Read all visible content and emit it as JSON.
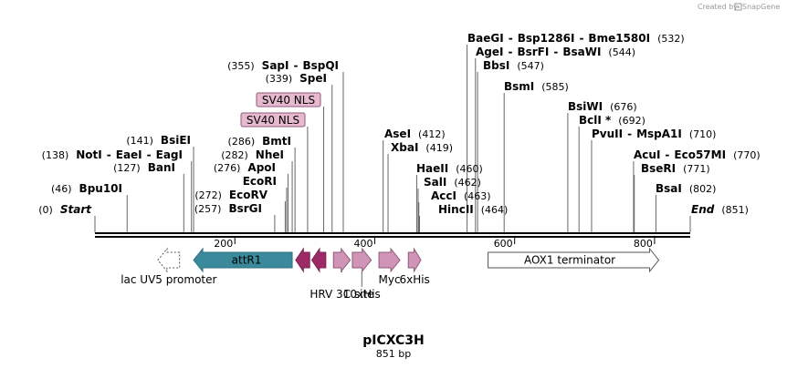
{
  "brand": {
    "prefix": "Created by",
    "name": "SnapGene"
  },
  "plasmid": {
    "name": "pICXC3H",
    "length": "851 bp"
  },
  "ruler": [
    {
      "bp": 200,
      "label": "200"
    },
    {
      "bp": 400,
      "label": "400"
    },
    {
      "bp": 600,
      "label": "600"
    },
    {
      "bp": 800,
      "label": "800"
    }
  ],
  "sites": [
    {
      "parts": [
        {
          "t": "(0)",
          "k": "pos"
        },
        {
          "t": "Start",
          "k": "it"
        }
      ],
      "bp": 0
    },
    {
      "parts": [
        {
          "t": "(46)",
          "k": "pos"
        },
        {
          "t": "Bpu10I",
          "k": "enz"
        }
      ],
      "bp": 46
    },
    {
      "parts": [
        {
          "t": "(127)",
          "k": "pos"
        },
        {
          "t": "BanI",
          "k": "enz"
        }
      ],
      "bp": 127
    },
    {
      "parts": [
        {
          "t": "(138)",
          "k": "pos"
        },
        {
          "t": "NotI",
          "k": "enz"
        },
        {
          "t": "-",
          "k": "sep"
        },
        {
          "t": "EaeI",
          "k": "enz"
        },
        {
          "t": "-",
          "k": "sep"
        },
        {
          "t": "EagI",
          "k": "enz"
        }
      ],
      "bp": 138
    },
    {
      "parts": [
        {
          "t": "(141)",
          "k": "pos"
        },
        {
          "t": "BsiEI",
          "k": "enz"
        }
      ],
      "bp": 141
    },
    {
      "parts": [
        {
          "t": "(257)",
          "k": "pos"
        },
        {
          "t": "BsrGI",
          "k": "enz"
        }
      ],
      "bp": 257
    },
    {
      "parts": [
        {
          "t": "(272)",
          "k": "pos"
        },
        {
          "t": "EcoRV",
          "k": "enz"
        }
      ],
      "bp": 272
    },
    {
      "parts": [
        {
          "t": "EcoRI",
          "k": "enz"
        }
      ],
      "bp": 274
    },
    {
      "parts": [
        {
          "t": "(276)",
          "k": "pos"
        },
        {
          "t": "ApoI",
          "k": "enz"
        }
      ],
      "bp": 276
    },
    {
      "parts": [
        {
          "t": "(282)",
          "k": "pos"
        },
        {
          "t": "NheI",
          "k": "enz"
        }
      ],
      "bp": 282
    },
    {
      "parts": [
        {
          "t": "(286)",
          "k": "pos"
        },
        {
          "t": "BmtI",
          "k": "enz"
        }
      ],
      "bp": 286
    },
    {
      "parts": [
        {
          "t": "(339)",
          "k": "pos"
        },
        {
          "t": "SpeI",
          "k": "enz"
        }
      ],
      "bp": 339
    },
    {
      "parts": [
        {
          "t": "(355)",
          "k": "pos"
        },
        {
          "t": "SapI",
          "k": "enz"
        },
        {
          "t": "-",
          "k": "sep"
        },
        {
          "t": "BspQI",
          "k": "enz"
        }
      ],
      "bp": 355
    },
    {
      "parts": [
        {
          "t": "AseI",
          "k": "enz"
        },
        {
          "t": "(412)",
          "k": "pos"
        }
      ],
      "bp": 412
    },
    {
      "parts": [
        {
          "t": "XbaI",
          "k": "enz"
        },
        {
          "t": "(419)",
          "k": "pos"
        }
      ],
      "bp": 419
    },
    {
      "parts": [
        {
          "t": "HaeII",
          "k": "enz"
        },
        {
          "t": "(460)",
          "k": "pos"
        }
      ],
      "bp": 460
    },
    {
      "parts": [
        {
          "t": "SalI",
          "k": "enz"
        },
        {
          "t": "(462)",
          "k": "pos"
        }
      ],
      "bp": 462
    },
    {
      "parts": [
        {
          "t": "AccI",
          "k": "enz"
        },
        {
          "t": "(463)",
          "k": "pos"
        }
      ],
      "bp": 463
    },
    {
      "parts": [
        {
          "t": "HincII",
          "k": "enz"
        },
        {
          "t": "(464)",
          "k": "pos"
        }
      ],
      "bp": 464
    },
    {
      "parts": [
        {
          "t": "BaeGI",
          "k": "enz"
        },
        {
          "t": "-",
          "k": "sep"
        },
        {
          "t": "Bsp1286I",
          "k": "enz"
        },
        {
          "t": "-",
          "k": "sep"
        },
        {
          "t": "Bme1580I",
          "k": "enz"
        },
        {
          "t": "(532)",
          "k": "pos"
        }
      ],
      "bp": 532
    },
    {
      "parts": [
        {
          "t": "AgeI",
          "k": "enz"
        },
        {
          "t": "-",
          "k": "sep"
        },
        {
          "t": "BsrFI",
          "k": "enz"
        },
        {
          "t": "-",
          "k": "sep"
        },
        {
          "t": "BsaWI",
          "k": "enz"
        },
        {
          "t": "(544)",
          "k": "pos"
        }
      ],
      "bp": 544
    },
    {
      "parts": [
        {
          "t": "BbsI",
          "k": "enz"
        },
        {
          "t": "(547)",
          "k": "pos"
        }
      ],
      "bp": 547
    },
    {
      "parts": [
        {
          "t": "BsmI",
          "k": "enz"
        },
        {
          "t": "(585)",
          "k": "pos"
        }
      ],
      "bp": 585
    },
    {
      "parts": [
        {
          "t": "BsiWI",
          "k": "enz"
        },
        {
          "t": "(676)",
          "k": "pos"
        }
      ],
      "bp": 676
    },
    {
      "parts": [
        {
          "t": "BclI *",
          "k": "enz"
        },
        {
          "t": "(692)",
          "k": "pos"
        }
      ],
      "bp": 692
    },
    {
      "parts": [
        {
          "t": "PvuII",
          "k": "enz"
        },
        {
          "t": "-",
          "k": "sep"
        },
        {
          "t": "MspA1I",
          "k": "enz"
        },
        {
          "t": "(710)",
          "k": "pos"
        }
      ],
      "bp": 710
    },
    {
      "parts": [
        {
          "t": "AcuI",
          "k": "enz"
        },
        {
          "t": "-",
          "k": "sep"
        },
        {
          "t": "Eco57MI",
          "k": "enz"
        },
        {
          "t": "(770)",
          "k": "pos"
        }
      ],
      "bp": 770
    },
    {
      "parts": [
        {
          "t": "BseRI",
          "k": "enz"
        },
        {
          "t": "(771)",
          "k": "pos"
        }
      ],
      "bp": 771
    },
    {
      "parts": [
        {
          "t": "BsaI",
          "k": "enz"
        },
        {
          "t": "(802)",
          "k": "pos"
        }
      ],
      "bp": 802
    },
    {
      "parts": [
        {
          "t": "End",
          "k": "it"
        },
        {
          "t": "(851)",
          "k": "pos"
        }
      ],
      "bp": 851
    }
  ],
  "nls": [
    {
      "label": "SV40 NLS",
      "bp": 327
    },
    {
      "label": "SV40 NLS",
      "bp": 304
    }
  ],
  "features": [
    {
      "name": "lac UV5 promoter",
      "start": 90,
      "end": 121,
      "strand": "-",
      "color": "#ffffff",
      "border": "#555555",
      "style": "dashed",
      "label": "lac UV5 promoter",
      "labelPos": "below"
    },
    {
      "name": "attR1",
      "start": 141,
      "end": 282,
      "strand": "-",
      "color": "#3a8a9c",
      "border": "#2f6f7e",
      "style": "solid",
      "label": "attR1",
      "labelPos": "inside"
    },
    {
      "name": "SV40 NLS a",
      "start": 287,
      "end": 307,
      "strand": "-",
      "color": "#9c2a66",
      "border": "#7d2152",
      "style": "solid",
      "label": "",
      "labelPos": "none"
    },
    {
      "name": "SV40 NLS b",
      "start": 310,
      "end": 330,
      "strand": "-",
      "color": "#9c2a66",
      "border": "#7d2152",
      "style": "solid",
      "label": "",
      "labelPos": "none"
    },
    {
      "name": "HRV 3C site",
      "start": 341,
      "end": 365,
      "strand": "+",
      "color": "#cf94b6",
      "border": "#8d5a78",
      "style": "solid",
      "label": "HRV 3C site",
      "labelPos": "below"
    },
    {
      "name": "10xHis",
      "start": 368,
      "end": 395,
      "strand": "+",
      "color": "#cf94b6",
      "border": "#8d5a78",
      "style": "solid",
      "label": "10xHis",
      "labelPos": "below2"
    },
    {
      "name": "Myc",
      "start": 406,
      "end": 436,
      "strand": "+",
      "color": "#cf94b6",
      "border": "#8d5a78",
      "style": "solid",
      "label": "Myc",
      "labelPos": "below"
    },
    {
      "name": "6xHis",
      "start": 448,
      "end": 466,
      "strand": "+",
      "color": "#cf94b6",
      "border": "#8d5a78",
      "style": "solid",
      "label": "6xHis",
      "labelPos": "below"
    },
    {
      "name": "AOX1 terminator",
      "start": 562,
      "end": 806,
      "strand": "+",
      "color": "#ffffff",
      "border": "#555555",
      "style": "solid",
      "label": "AOX1 terminator",
      "labelPos": "inside"
    }
  ]
}
